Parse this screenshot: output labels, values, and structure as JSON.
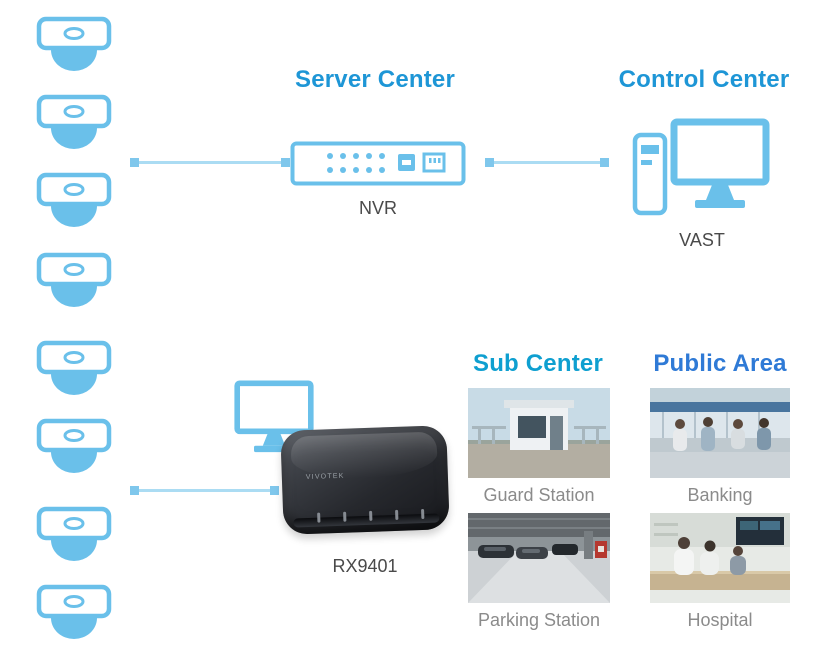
{
  "server_center": {
    "title": "Server Center",
    "device_label": "NVR"
  },
  "control_center": {
    "title": "Control Center",
    "device_label": "VAST"
  },
  "sub_center": {
    "title": "Sub Center",
    "items": [
      {
        "caption": "Guard Station"
      },
      {
        "caption": "Parking Station"
      }
    ]
  },
  "public_area": {
    "title": "Public Area",
    "items": [
      {
        "caption": "Banking"
      },
      {
        "caption": "Hospital"
      }
    ]
  },
  "receiver": {
    "label": "RX9401",
    "brand_logo": "VIVOTEK"
  },
  "cameras": {
    "count": 8,
    "icon": "dome-camera-icon"
  },
  "palette": {
    "icon_blue": "#6ac0ea",
    "line_blue": "#abdcf3",
    "node_blue": "#7fc7ec",
    "heading_blue": "#1e96d6",
    "sub_center_heading_blue": "#0e9fd0",
    "public_area_heading_blue": "#2f7ad6",
    "device_label_gray": "#4a4a4a",
    "caption_gray": "#8b8b8b"
  }
}
